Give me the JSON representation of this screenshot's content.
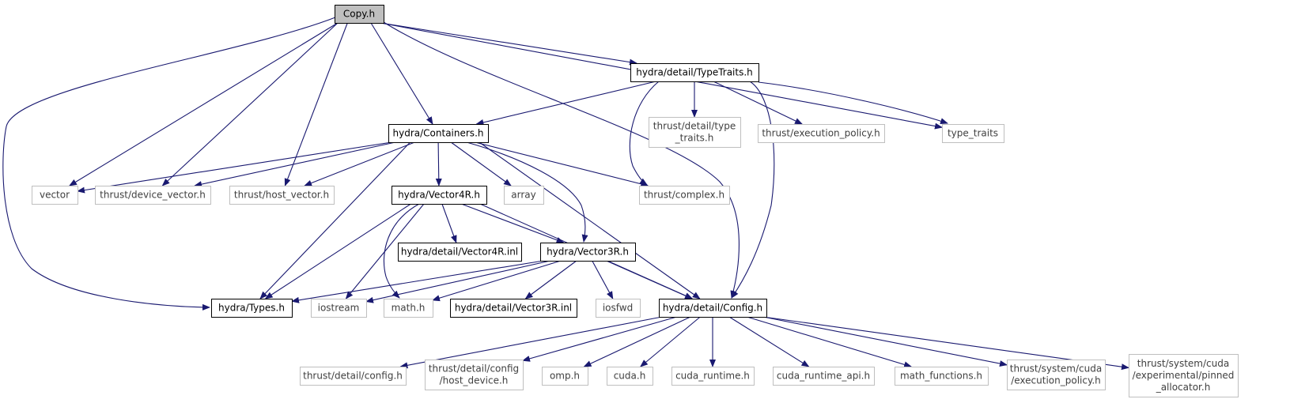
{
  "colors": {
    "edge": "#191970",
    "root_fill": "#bfbfbf",
    "node_border": "#000000",
    "missing_border": "#bfbfbf",
    "missing_text": "#404040"
  },
  "nodes": {
    "copy_h": {
      "lines": [
        "Copy.h"
      ],
      "kind": "root"
    },
    "typetraits_h": {
      "lines": [
        "hydra/detail/TypeTraits.h"
      ],
      "kind": "doc"
    },
    "containers_h": {
      "lines": [
        "hydra/Containers.h"
      ],
      "kind": "doc"
    },
    "thrust_detail_type_traits": {
      "lines": [
        "thrust/detail/type",
        "_traits.h"
      ],
      "kind": "missing"
    },
    "thrust_execution_policy": {
      "lines": [
        "thrust/execution_policy.h"
      ],
      "kind": "missing"
    },
    "type_traits": {
      "lines": [
        "type_traits"
      ],
      "kind": "missing"
    },
    "vector": {
      "lines": [
        "vector"
      ],
      "kind": "missing"
    },
    "thrust_device_vector": {
      "lines": [
        "thrust/device_vector.h"
      ],
      "kind": "missing"
    },
    "thrust_host_vector": {
      "lines": [
        "thrust/host_vector.h"
      ],
      "kind": "missing"
    },
    "vector4r_h": {
      "lines": [
        "hydra/Vector4R.h"
      ],
      "kind": "doc"
    },
    "array": {
      "lines": [
        "array"
      ],
      "kind": "missing"
    },
    "thrust_complex": {
      "lines": [
        "thrust/complex.h"
      ],
      "kind": "missing"
    },
    "vector4r_inl": {
      "lines": [
        "hydra/detail/Vector4R.inl"
      ],
      "kind": "doc"
    },
    "vector3r_h": {
      "lines": [
        "hydra/Vector3R.h"
      ],
      "kind": "doc"
    },
    "types_h": {
      "lines": [
        "hydra/Types.h"
      ],
      "kind": "doc"
    },
    "iostream": {
      "lines": [
        "iostream"
      ],
      "kind": "missing"
    },
    "math_h": {
      "lines": [
        "math.h"
      ],
      "kind": "missing"
    },
    "vector3r_inl": {
      "lines": [
        "hydra/detail/Vector3R.inl"
      ],
      "kind": "doc"
    },
    "iosfwd": {
      "lines": [
        "iosfwd"
      ],
      "kind": "missing"
    },
    "config_h": {
      "lines": [
        "hydra/detail/Config.h"
      ],
      "kind": "doc"
    },
    "thrust_detail_config": {
      "lines": [
        "thrust/detail/config.h"
      ],
      "kind": "missing"
    },
    "thrust_host_device": {
      "lines": [
        "thrust/detail/config",
        "/host_device.h"
      ],
      "kind": "missing"
    },
    "omp_h": {
      "lines": [
        "omp.h"
      ],
      "kind": "missing"
    },
    "cuda_h": {
      "lines": [
        "cuda.h"
      ],
      "kind": "missing"
    },
    "cuda_runtime": {
      "lines": [
        "cuda_runtime.h"
      ],
      "kind": "missing"
    },
    "cuda_runtime_api": {
      "lines": [
        "cuda_runtime_api.h"
      ],
      "kind": "missing"
    },
    "math_functions": {
      "lines": [
        "math_functions.h"
      ],
      "kind": "missing"
    },
    "thrust_cuda_exec_policy": {
      "lines": [
        "thrust/system/cuda",
        "/execution_policy.h"
      ],
      "kind": "missing"
    },
    "thrust_pinned_allocator": {
      "lines": [
        "thrust/system/cuda",
        "/experimental/pinned",
        "_allocator.h"
      ],
      "kind": "missing"
    }
  },
  "edges": [
    [
      "copy_h",
      "typetraits_h"
    ],
    [
      "copy_h",
      "type_traits"
    ],
    [
      "copy_h",
      "containers_h"
    ],
    [
      "copy_h",
      "vector"
    ],
    [
      "copy_h",
      "thrust_device_vector"
    ],
    [
      "copy_h",
      "thrust_host_vector"
    ],
    [
      "copy_h",
      "types_h"
    ],
    [
      "copy_h",
      "config_h"
    ],
    [
      "typetraits_h",
      "containers_h"
    ],
    [
      "typetraits_h",
      "thrust_detail_type_traits"
    ],
    [
      "typetraits_h",
      "thrust_execution_policy"
    ],
    [
      "typetraits_h",
      "type_traits"
    ],
    [
      "typetraits_h",
      "thrust_complex"
    ],
    [
      "typetraits_h",
      "config_h"
    ],
    [
      "containers_h",
      "vector"
    ],
    [
      "containers_h",
      "thrust_device_vector"
    ],
    [
      "containers_h",
      "thrust_host_vector"
    ],
    [
      "containers_h",
      "vector4r_h"
    ],
    [
      "containers_h",
      "array"
    ],
    [
      "containers_h",
      "thrust_complex"
    ],
    [
      "containers_h",
      "vector3r_h"
    ],
    [
      "containers_h",
      "types_h"
    ],
    [
      "containers_h",
      "config_h"
    ],
    [
      "vector4r_h",
      "vector4r_inl"
    ],
    [
      "vector4r_h",
      "vector3r_h"
    ],
    [
      "vector4r_h",
      "types_h"
    ],
    [
      "vector4r_h",
      "iostream"
    ],
    [
      "vector4r_h",
      "math_h"
    ],
    [
      "vector4r_h",
      "config_h"
    ],
    [
      "vector3r_h",
      "types_h"
    ],
    [
      "vector3r_h",
      "iostream"
    ],
    [
      "vector3r_h",
      "math_h"
    ],
    [
      "vector3r_h",
      "vector3r_inl"
    ],
    [
      "vector3r_h",
      "iosfwd"
    ],
    [
      "vector3r_h",
      "config_h"
    ],
    [
      "config_h",
      "thrust_detail_config"
    ],
    [
      "config_h",
      "thrust_host_device"
    ],
    [
      "config_h",
      "omp_h"
    ],
    [
      "config_h",
      "cuda_h"
    ],
    [
      "config_h",
      "cuda_runtime"
    ],
    [
      "config_h",
      "cuda_runtime_api"
    ],
    [
      "config_h",
      "math_functions"
    ],
    [
      "config_h",
      "thrust_cuda_exec_policy"
    ],
    [
      "config_h",
      "thrust_pinned_allocator"
    ]
  ]
}
